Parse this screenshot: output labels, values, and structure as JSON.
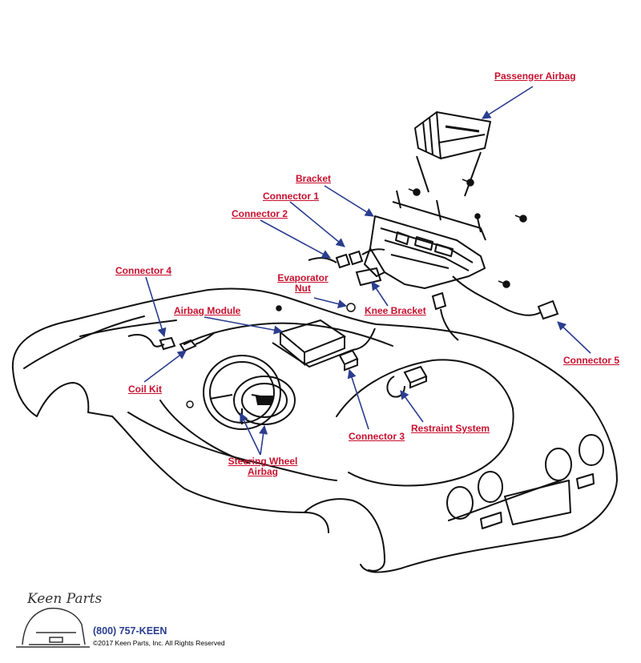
{
  "callouts": {
    "passenger_airbag": "Passenger Airbag",
    "bracket": "Bracket",
    "connector_1": "Connector 1",
    "connector_2": "Connector 2",
    "connector_4": "Connector 4",
    "evaporator_nut_line1": "Evaporator",
    "evaporator_nut_line2": "Nut",
    "airbag_module": "Airbag Module",
    "knee_bracket": "Knee Bracket",
    "connector_5": "Connector 5",
    "coil_kit": "Coil Kit",
    "connector_3": "Connector 3",
    "restraint_system": "Restraint System",
    "steering_wheel_airbag_line1": "Steering Wheel",
    "steering_wheel_airbag_line2": "Airbag"
  },
  "footer": {
    "phone": "(800) 757-KEEN",
    "copyright": "©2017 Keen Parts, Inc. All Rights Reserved"
  },
  "logo": {
    "text": "Keen Parts"
  },
  "colors": {
    "label": "#c8102e",
    "arrow": "#2a3d8f",
    "line": "#111111"
  }
}
